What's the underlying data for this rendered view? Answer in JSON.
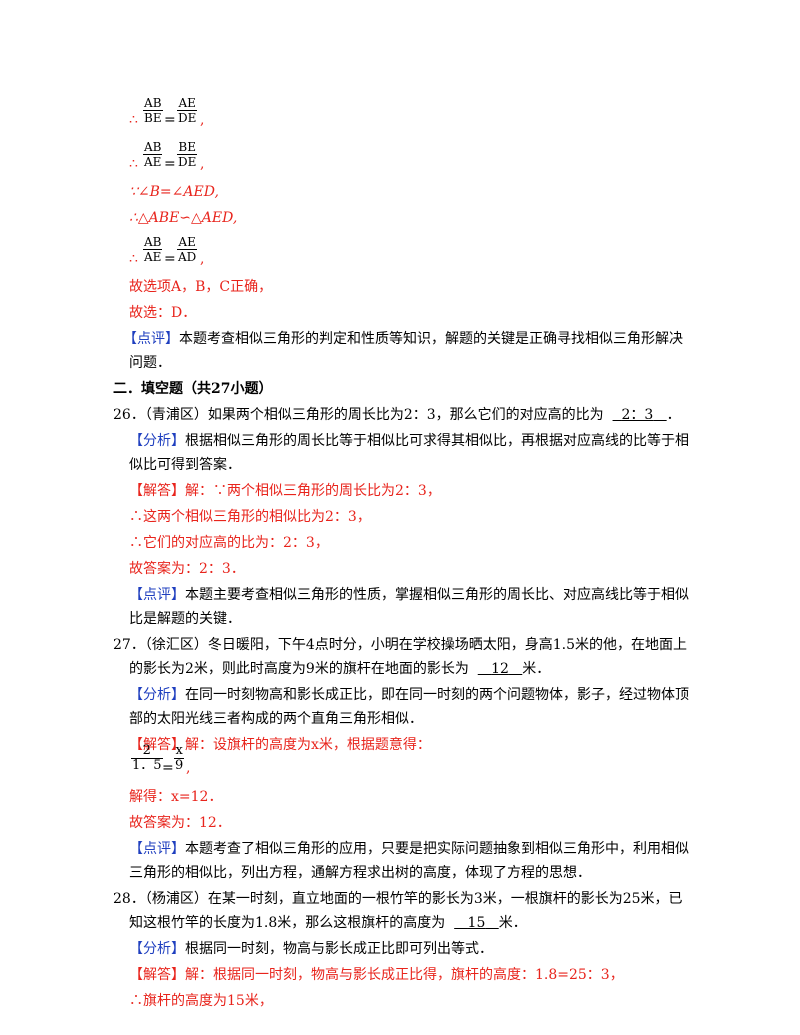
{
  "block1": {
    "frac1": {
      "n1": "AB",
      "d1": "BE",
      "n2": "AE",
      "d2": "DE",
      "prefix": "∴",
      "eq": "=",
      "suffix": ","
    },
    "frac2": {
      "n1": "AB",
      "d1": "AE",
      "n2": "BE",
      "d2": "DE",
      "prefix": "∴",
      "eq": "=",
      "suffix": ","
    },
    "line_angle": "∵∠B=∠AED,",
    "line_similar": "∴△ABE∽△AED,",
    "frac3": {
      "n1": "AB",
      "d1": "AE",
      "n2": "AE",
      "d2": "AD",
      "prefix": "∴",
      "eq": "=",
      "suffix": ","
    },
    "choose_abc": "故选项A，B，C正确，",
    "choose_d": "故选：D．",
    "comment_tag": "【点评】",
    "comment_text1": "本题考查相似三角形的判定和性质等知识，解题的关键是正确寻找相似三角形解决",
    "comment_text2": "问题．"
  },
  "section_title": "二．填空题（共27小题）",
  "q26": {
    "num": "26．",
    "text_pre": "（青浦区）如果两个相似三角形的周长比为2：3，那么它们的对应高的比为",
    "answer": "2：3",
    "text_post": "．",
    "analysis_tag": "【分析】",
    "analysis1": "根据相似三角形的周长比等于相似比可求得其相似比，再根据对应高线的比等于相",
    "analysis2": "似比可得到答案．",
    "solution_tag": "【解答】",
    "solution1": "解：∵两个相似三角形的周长比为2：3，",
    "solution2": "∴这两个相似三角形的相似比为2：3，",
    "solution3": "∴它们的对应高的比为：2：3，",
    "answer_line": "故答案为：2：3．",
    "comment_tag": "【点评】",
    "comment1": "本题主要考查相似三角形的性质，掌握相似三角形的周长比、对应高线比等于相似",
    "comment2": "比是解题的关键．"
  },
  "q27": {
    "num": "27．",
    "text1": "（徐汇区）冬日暖阳，下午4点时分，小明在学校操场晒太阳，身高1.5米的他，在地面上",
    "text2_pre": "的影长为2米，则此时高度为9米的旗杆在地面的影长为",
    "answer": "12",
    "text2_post": "米．",
    "analysis_tag": "【分析】",
    "analysis1": "在同一时刻物高和影长成正比，即在同一时刻的两个问题物体，影子，经过物体顶",
    "analysis2": "部的太阳光线三者构成的两个直角三角形相似．",
    "solution_tag": "【解答】",
    "solution1": "解：设旗杆的高度为x米，根据题意得：",
    "frac": {
      "n1": "2",
      "d1": "1．5",
      "n2": "x",
      "d2": "9",
      "eq": "=",
      "suffix": ","
    },
    "solve": "解得：x=12．",
    "answer_line": "故答案为：12．",
    "comment_tag": "【点评】",
    "comment1": "本题考查了相似三角形的应用，只要是把实际问题抽象到相似三角形中，利用相似",
    "comment2": "三角形的相似比，列出方程，通解方程求出树的高度，体现了方程的思想．"
  },
  "q28": {
    "num": "28．",
    "text1": "（杨浦区）在某一时刻，直立地面的一根竹竿的影长为3米，一根旗杆的影长为25米，已",
    "text2_pre": "知这根竹竿的长度为1.8米，那么这根旗杆的高度为",
    "answer": "15",
    "text2_post": "米．",
    "analysis_tag": "【分析】",
    "analysis1": "根据同一时刻，物高与影长成正比即可列出等式．",
    "solution_tag": "【解答】",
    "solution1": "解：根据同一时刻，物高与影长成正比得，旗杆的高度：1.8=25：3，",
    "solution2": "∴旗杆的高度为15米，"
  }
}
